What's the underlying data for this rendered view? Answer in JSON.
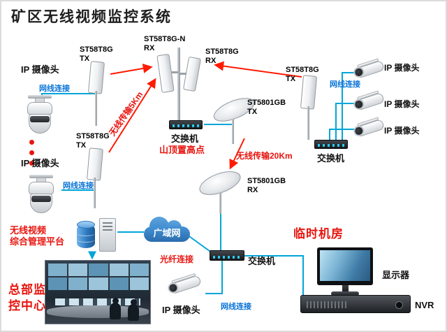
{
  "title": "矿区无线视频监控系统",
  "colors": {
    "red_label": "#e8150f",
    "blue_label": "#0a74d8",
    "line": "#00a6d8",
    "arrow": "#ff1a00",
    "cloud": "#2e78be"
  },
  "labels": {
    "ip_camera": "IP 摄像头",
    "lan_cable": "网线连接",
    "switch": "交换机",
    "mountain_top": "山顶置高点",
    "wireless_5km": "无线传输5Km",
    "wireless_20km": "无线传输20Km",
    "wan": "广域网",
    "fiber": "光纤连接",
    "platform_line1": "无线视频",
    "platform_line2": "综合管理平台",
    "hq_line1": "总部监",
    "hq_line2": "控中心",
    "temp_room": "临时机房",
    "monitor": "显示器",
    "nvr": "NVR"
  },
  "devices": {
    "tx_left_upper": {
      "model": "ST58T8G",
      "role": "TX"
    },
    "tx_left_lower": {
      "model": "ST58T8G",
      "role": "TX"
    },
    "rx_center": {
      "model": "ST58T8G-N",
      "role": "RX"
    },
    "rx_center_right": {
      "model": "ST58T8G",
      "role": "RX"
    },
    "tx_right": {
      "model": "ST58T8G",
      "role": "TX"
    },
    "dish_tx": {
      "model": "ST5801GB",
      "role": "TX"
    },
    "dish_rx": {
      "model": "ST5801GB",
      "role": "RX"
    }
  }
}
